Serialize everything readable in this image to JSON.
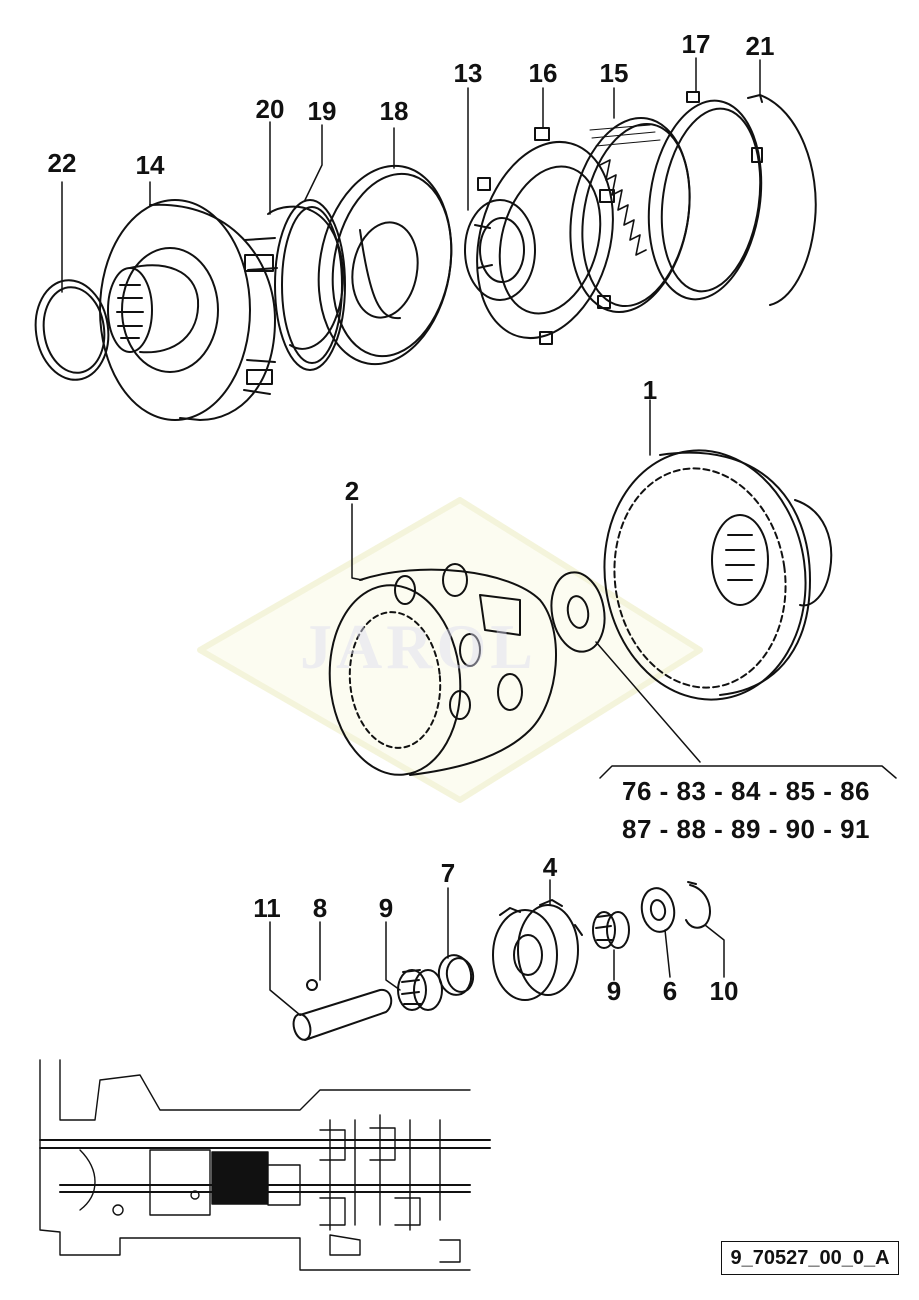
{
  "figure_code": "9_70527_00_0_A",
  "watermark_text": "JAROL",
  "callouts": [
    {
      "id": "22",
      "label": "22"
    },
    {
      "id": "14",
      "label": "14"
    },
    {
      "id": "20",
      "label": "20"
    },
    {
      "id": "19",
      "label": "19"
    },
    {
      "id": "18",
      "label": "18"
    },
    {
      "id": "13",
      "label": "13"
    },
    {
      "id": "16",
      "label": "16"
    },
    {
      "id": "15",
      "label": "15"
    },
    {
      "id": "17",
      "label": "17"
    },
    {
      "id": "21",
      "label": "21"
    },
    {
      "id": "1",
      "label": "1"
    },
    {
      "id": "2",
      "label": "2"
    },
    {
      "id": "7",
      "label": "7"
    },
    {
      "id": "4",
      "label": "4"
    },
    {
      "id": "11",
      "label": "11"
    },
    {
      "id": "8",
      "label": "8"
    },
    {
      "id": "9a",
      "label": "9"
    },
    {
      "id": "9b",
      "label": "9"
    },
    {
      "id": "6",
      "label": "6"
    },
    {
      "id": "10",
      "label": "10"
    }
  ],
  "reference_lines": [
    "76 - 83 - 84 - 85 - 86",
    "87 - 88 - 89 - 90 - 91"
  ],
  "colors": {
    "ink": "#111111",
    "watermark": "#dcdcf0",
    "watermark_diamond": "#f4f4da"
  }
}
